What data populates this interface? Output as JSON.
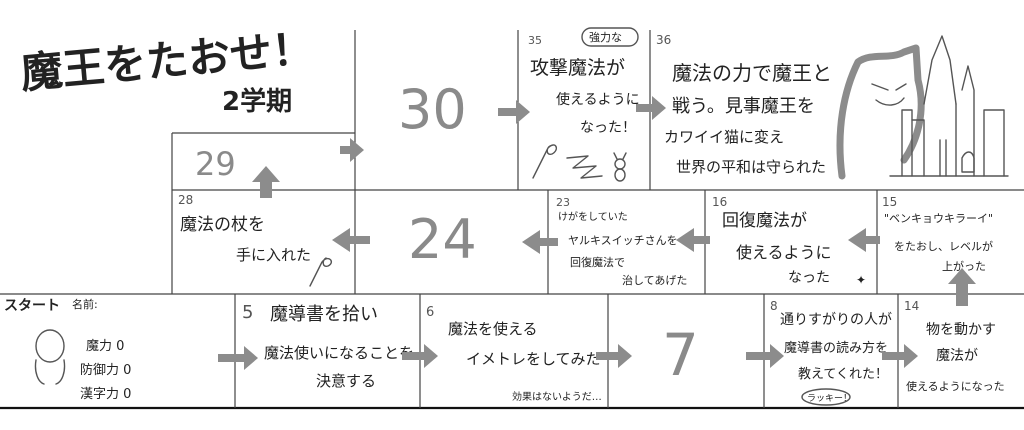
{
  "title": {
    "line1": "魔王をたおせ！",
    "line2": "2学期"
  },
  "start": {
    "label": "スタート",
    "name_label": "名前:",
    "stats": [
      "魔力 0",
      "防御力 0",
      "漢字力 0"
    ]
  },
  "cells": {
    "c5": {
      "num": "5",
      "lines": [
        "魔導書を拾い",
        "魔法使いになることを",
        "決意する"
      ]
    },
    "c6": {
      "num": "6",
      "lines": [
        "魔法を使える",
        "イメトレをしてみた"
      ],
      "note": "効果はないようだ…"
    },
    "c7": {
      "big": "7"
    },
    "c8": {
      "num": "8",
      "lines": [
        "通りすがりの人が",
        "魔導書の読み方を",
        "教えてくれた！"
      ],
      "bubble": "ラッキー！"
    },
    "c14": {
      "num": "14",
      "lines": [
        "物を動かす",
        "魔法が",
        "使えるようになった"
      ]
    },
    "c15": {
      "num": "15",
      "lines": [
        "\"ベンキョウキラーイ\"",
        "をたおし、レベルが",
        "上がった"
      ]
    },
    "c16": {
      "num": "16",
      "lines": [
        "回復魔法が",
        "使えるように",
        "なった"
      ]
    },
    "c23": {
      "num": "23",
      "lines": [
        "けがをしていた",
        "ヤルキスイッチさんを",
        "回復魔法で",
        "治してあげた"
      ]
    },
    "c24": {
      "big": "24"
    },
    "c28": {
      "num": "28",
      "lines": [
        "魔法の杖を",
        "手に入れた"
      ]
    },
    "c29": {
      "big": "29"
    },
    "c30": {
      "big": "30"
    },
    "c35": {
      "num": "35",
      "lines": [
        "攻撃魔法が",
        "使えるように",
        "なった！"
      ],
      "bubble": "強力な"
    },
    "c36": {
      "num": "36",
      "lines": [
        "魔法の力で魔王と",
        "戦う。見事魔王を",
        "カワイイ猫に変え",
        "世界の平和は守られた"
      ]
    }
  }
}
